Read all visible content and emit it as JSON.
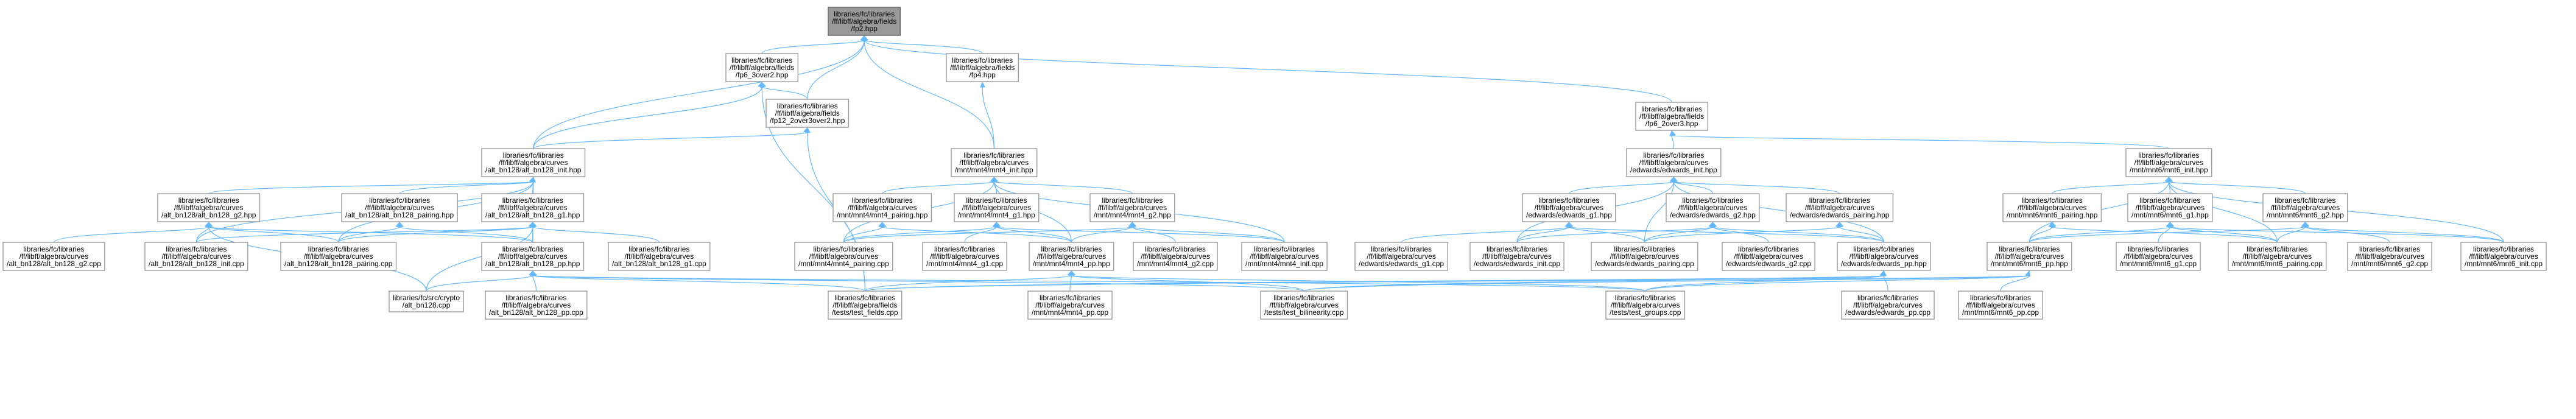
{
  "graph": {
    "edge_color": "#63b8ff",
    "node_border_color": "#999999",
    "root_fill_color": "#999999",
    "nodes": [
      {
        "id": "fp2_hpp",
        "lines": [
          "libraries/fc/libraries",
          "/ff/libff/algebra/fields",
          "/fp2.hpp"
        ],
        "root": true
      },
      {
        "id": "fp6_3over2_hpp",
        "lines": [
          "libraries/fc/libraries",
          "/ff/libff/algebra/fields",
          "/fp6_3over2.hpp"
        ]
      },
      {
        "id": "fp4_hpp",
        "lines": [
          "libraries/fc/libraries",
          "/ff/libff/algebra/fields",
          "/fp4.hpp"
        ]
      },
      {
        "id": "fp12_hpp",
        "lines": [
          "libraries/fc/libraries",
          "/ff/libff/algebra/fields",
          "/fp12_2over3over2.hpp"
        ]
      },
      {
        "id": "fp6_2over3_hpp",
        "lines": [
          "libraries/fc/libraries",
          "/ff/libff/algebra/fields",
          "/fp6_2over3.hpp"
        ]
      },
      {
        "id": "bn_init_hpp",
        "lines": [
          "libraries/fc/libraries",
          "/ff/libff/algebra/curves",
          "/alt_bn128/alt_bn128_init.hpp"
        ]
      },
      {
        "id": "mnt4_init_hpp",
        "lines": [
          "libraries/fc/libraries",
          "/ff/libff/algebra/curves",
          "/mnt/mnt4/mnt4_init.hpp"
        ]
      },
      {
        "id": "ed_init_hpp",
        "lines": [
          "libraries/fc/libraries",
          "/ff/libff/algebra/curves",
          "/edwards/edwards_init.hpp"
        ]
      },
      {
        "id": "mnt6_init_hpp",
        "lines": [
          "libraries/fc/libraries",
          "/ff/libff/algebra/curves",
          "/mnt/mnt6/mnt6_init.hpp"
        ]
      },
      {
        "id": "bn_g2_hpp",
        "lines": [
          "libraries/fc/libraries",
          "/ff/libff/algebra/curves",
          "/alt_bn128/alt_bn128_g2.hpp"
        ]
      },
      {
        "id": "bn_pairing_hpp",
        "lines": [
          "libraries/fc/libraries",
          "/ff/libff/algebra/curves",
          "/alt_bn128/alt_bn128_pairing.hpp"
        ]
      },
      {
        "id": "bn_g1_hpp",
        "lines": [
          "libraries/fc/libraries",
          "/ff/libff/algebra/curves",
          "/alt_bn128/alt_bn128_g1.hpp"
        ]
      },
      {
        "id": "mnt4_pairing_hpp",
        "lines": [
          "libraries/fc/libraries",
          "/ff/libff/algebra/curves",
          "/mnt/mnt4/mnt4_pairing.hpp"
        ]
      },
      {
        "id": "mnt4_g1_hpp",
        "lines": [
          "libraries/fc/libraries",
          "/ff/libff/algebra/curves",
          "/mnt/mnt4/mnt4_g1.hpp"
        ]
      },
      {
        "id": "mnt4_g2_hpp",
        "lines": [
          "libraries/fc/libraries",
          "/ff/libff/algebra/curves",
          "/mnt/mnt4/mnt4_g2.hpp"
        ]
      },
      {
        "id": "ed_g1_hpp",
        "lines": [
          "libraries/fc/libraries",
          "/ff/libff/algebra/curves",
          "/edwards/edwards_g1.hpp"
        ]
      },
      {
        "id": "ed_g2_hpp",
        "lines": [
          "libraries/fc/libraries",
          "/ff/libff/algebra/curves",
          "/edwards/edwards_g2.hpp"
        ]
      },
      {
        "id": "ed_pairing_hpp",
        "lines": [
          "libraries/fc/libraries",
          "/ff/libff/algebra/curves",
          "/edwards/edwards_pairing.hpp"
        ]
      },
      {
        "id": "mnt6_pairing_hpp",
        "lines": [
          "libraries/fc/libraries",
          "/ff/libff/algebra/curves",
          "/mnt/mnt6/mnt6_pairing.hpp"
        ]
      },
      {
        "id": "mnt6_g1_hpp",
        "lines": [
          "libraries/fc/libraries",
          "/ff/libff/algebra/curves",
          "/mnt/mnt6/mnt6_g1.hpp"
        ]
      },
      {
        "id": "mnt6_g2_hpp",
        "lines": [
          "libraries/fc/libraries",
          "/ff/libff/algebra/curves",
          "/mnt/mnt6/mnt6_g2.hpp"
        ]
      },
      {
        "id": "bn_g2_cpp",
        "lines": [
          "libraries/fc/libraries",
          "/ff/libff/algebra/curves",
          "/alt_bn128/alt_bn128_g2.cpp"
        ]
      },
      {
        "id": "bn_init_cpp",
        "lines": [
          "libraries/fc/libraries",
          "/ff/libff/algebra/curves",
          "/alt_bn128/alt_bn128_init.cpp"
        ]
      },
      {
        "id": "bn_pairing_cpp",
        "lines": [
          "libraries/fc/libraries",
          "/ff/libff/algebra/curves",
          "/alt_bn128/alt_bn128_pairing.cpp"
        ]
      },
      {
        "id": "bn_pp_hpp",
        "lines": [
          "libraries/fc/libraries",
          "/ff/libff/algebra/curves",
          "/alt_bn128/alt_bn128_pp.hpp"
        ]
      },
      {
        "id": "bn_g1_cpp",
        "lines": [
          "libraries/fc/libraries",
          "/ff/libff/algebra/curves",
          "/alt_bn128/alt_bn128_g1.cpp"
        ]
      },
      {
        "id": "mnt4_pairing_cpp",
        "lines": [
          "libraries/fc/libraries",
          "/ff/libff/algebra/curves",
          "/mnt/mnt4/mnt4_pairing.cpp"
        ]
      },
      {
        "id": "mnt4_g1_cpp",
        "lines": [
          "libraries/fc/libraries",
          "/ff/libff/algebra/curves",
          "/mnt/mnt4/mnt4_g1.cpp"
        ]
      },
      {
        "id": "mnt4_pp_hpp",
        "lines": [
          "libraries/fc/libraries",
          "/ff/libff/algebra/curves",
          "/mnt/mnt4/mnt4_pp.hpp"
        ]
      },
      {
        "id": "mnt4_g2_cpp",
        "lines": [
          "libraries/fc/libraries",
          "/ff/libff/algebra/curves",
          "/mnt/mnt4/mnt4_g2.cpp"
        ]
      },
      {
        "id": "mnt4_init_cpp",
        "lines": [
          "libraries/fc/libraries",
          "/ff/libff/algebra/curves",
          "/mnt/mnt4/mnt4_init.cpp"
        ]
      },
      {
        "id": "ed_g1_cpp",
        "lines": [
          "libraries/fc/libraries",
          "/ff/libff/algebra/curves",
          "/edwards/edwards_g1.cpp"
        ]
      },
      {
        "id": "ed_init_cpp",
        "lines": [
          "libraries/fc/libraries",
          "/ff/libff/algebra/curves",
          "/edwards/edwards_init.cpp"
        ]
      },
      {
        "id": "ed_pairing_cpp",
        "lines": [
          "libraries/fc/libraries",
          "/ff/libff/algebra/curves",
          "/edwards/edwards_pairing.cpp"
        ]
      },
      {
        "id": "ed_g2_cpp",
        "lines": [
          "libraries/fc/libraries",
          "/ff/libff/algebra/curves",
          "/edwards/edwards_g2.cpp"
        ]
      },
      {
        "id": "ed_pp_hpp",
        "lines": [
          "libraries/fc/libraries",
          "/ff/libff/algebra/curves",
          "/edwards/edwards_pp.hpp"
        ]
      },
      {
        "id": "mnt6_pp_hpp",
        "lines": [
          "libraries/fc/libraries",
          "/ff/libff/algebra/curves",
          "/mnt/mnt6/mnt6_pp.hpp"
        ]
      },
      {
        "id": "mnt6_g1_cpp",
        "lines": [
          "libraries/fc/libraries",
          "/ff/libff/algebra/curves",
          "/mnt/mnt6/mnt6_g1.cpp"
        ]
      },
      {
        "id": "mnt6_pairing_cpp",
        "lines": [
          "libraries/fc/libraries",
          "/ff/libff/algebra/curves",
          "/mnt/mnt6/mnt6_pairing.cpp"
        ]
      },
      {
        "id": "mnt6_g2_cpp",
        "lines": [
          "libraries/fc/libraries",
          "/ff/libff/algebra/curves",
          "/mnt/mnt6/mnt6_g2.cpp"
        ]
      },
      {
        "id": "mnt6_init_cpp",
        "lines": [
          "libraries/fc/libraries",
          "/ff/libff/algebra/curves",
          "/mnt/mnt6/mnt6_init.cpp"
        ]
      },
      {
        "id": "crypto_bn_cpp",
        "lines": [
          "libraries/fc/src/crypto",
          "/alt_bn128.cpp"
        ]
      },
      {
        "id": "bn_pp_cpp",
        "lines": [
          "libraries/fc/libraries",
          "/ff/libff/algebra/curves",
          "/alt_bn128/alt_bn128_pp.cpp"
        ]
      },
      {
        "id": "test_fields_cpp",
        "lines": [
          "libraries/fc/libraries",
          "/ff/libff/algebra/fields",
          "/tests/test_fields.cpp"
        ]
      },
      {
        "id": "mnt4_pp_cpp",
        "lines": [
          "libraries/fc/libraries",
          "/ff/libff/algebra/curves",
          "/mnt/mnt4/mnt4_pp.cpp"
        ]
      },
      {
        "id": "test_bilinearity_cpp",
        "lines": [
          "libraries/fc/libraries",
          "/ff/libff/algebra/curves",
          "/tests/test_bilinearity.cpp"
        ]
      },
      {
        "id": "test_groups_cpp",
        "lines": [
          "libraries/fc/libraries",
          "/ff/libff/algebra/curves",
          "/tests/test_groups.cpp"
        ]
      },
      {
        "id": "ed_pp_cpp",
        "lines": [
          "libraries/fc/libraries",
          "/ff/libff/algebra/curves",
          "/edwards/edwards_pp.cpp"
        ]
      },
      {
        "id": "mnt6_pp_cpp",
        "lines": [
          "libraries/fc/libraries",
          "/ff/libff/algebra/curves",
          "/mnt/mnt6/mnt6_pp.cpp"
        ]
      }
    ],
    "edges": [
      [
        "fp2_hpp",
        "fp6_3over2_hpp"
      ],
      [
        "fp2_hpp",
        "fp4_hpp"
      ],
      [
        "fp2_hpp",
        "fp12_hpp"
      ],
      [
        "fp2_hpp",
        "fp6_2over3_hpp"
      ],
      [
        "fp2_hpp",
        "bn_init_hpp"
      ],
      [
        "fp2_hpp",
        "mnt4_init_hpp"
      ],
      [
        "fp6_3over2_hpp",
        "fp12_hpp"
      ],
      [
        "fp6_3over2_hpp",
        "bn_init_hpp"
      ],
      [
        "fp6_3over2_hpp",
        "test_fields_cpp"
      ],
      [
        "fp4_hpp",
        "mnt4_init_hpp"
      ],
      [
        "fp12_hpp",
        "bn_init_hpp"
      ],
      [
        "fp12_hpp",
        "test_fields_cpp"
      ],
      [
        "fp6_2over3_hpp",
        "ed_init_hpp"
      ],
      [
        "fp6_2over3_hpp",
        "mnt6_init_hpp"
      ],
      [
        "bn_init_hpp",
        "bn_g2_hpp"
      ],
      [
        "bn_init_hpp",
        "bn_pairing_hpp"
      ],
      [
        "bn_init_hpp",
        "bn_g1_hpp"
      ],
      [
        "bn_init_hpp",
        "bn_init_cpp"
      ],
      [
        "bn_init_hpp",
        "bn_pairing_cpp"
      ],
      [
        "bn_init_hpp",
        "bn_pp_hpp"
      ],
      [
        "bn_g2_hpp",
        "bn_g2_cpp"
      ],
      [
        "bn_g2_hpp",
        "bn_init_cpp"
      ],
      [
        "bn_g2_hpp",
        "bn_pairing_cpp"
      ],
      [
        "bn_g2_hpp",
        "bn_pp_hpp"
      ],
      [
        "bn_g2_hpp",
        "crypto_bn_cpp"
      ],
      [
        "bn_pairing_hpp",
        "bn_pairing_cpp"
      ],
      [
        "bn_pairing_hpp",
        "bn_pp_hpp"
      ],
      [
        "bn_g1_hpp",
        "bn_g1_cpp"
      ],
      [
        "bn_g1_hpp",
        "bn_init_cpp"
      ],
      [
        "bn_g1_hpp",
        "bn_pairing_cpp"
      ],
      [
        "bn_g1_hpp",
        "bn_pp_hpp"
      ],
      [
        "bn_g1_hpp",
        "crypto_bn_cpp"
      ],
      [
        "bn_pp_hpp",
        "crypto_bn_cpp"
      ],
      [
        "bn_pp_hpp",
        "bn_pp_cpp"
      ],
      [
        "bn_pp_hpp",
        "test_fields_cpp"
      ],
      [
        "bn_pp_hpp",
        "test_bilinearity_cpp"
      ],
      [
        "bn_pp_hpp",
        "test_groups_cpp"
      ],
      [
        "mnt4_init_hpp",
        "mnt4_pairing_hpp"
      ],
      [
        "mnt4_init_hpp",
        "mnt4_g1_hpp"
      ],
      [
        "mnt4_init_hpp",
        "mnt4_g2_hpp"
      ],
      [
        "mnt4_init_hpp",
        "mnt4_pairing_cpp"
      ],
      [
        "mnt4_init_hpp",
        "mnt4_init_cpp"
      ],
      [
        "mnt4_init_hpp",
        "mnt4_pp_hpp"
      ],
      [
        "mnt4_pairing_hpp",
        "mnt4_pairing_cpp"
      ],
      [
        "mnt4_pairing_hpp",
        "mnt4_pp_hpp"
      ],
      [
        "mnt4_g1_hpp",
        "mnt4_g1_cpp"
      ],
      [
        "mnt4_g1_hpp",
        "mnt4_pairing_cpp"
      ],
      [
        "mnt4_g1_hpp",
        "mnt4_pp_hpp"
      ],
      [
        "mnt4_g1_hpp",
        "mnt4_init_cpp"
      ],
      [
        "mnt4_g2_hpp",
        "mnt4_g2_cpp"
      ],
      [
        "mnt4_g2_hpp",
        "mnt4_pairing_cpp"
      ],
      [
        "mnt4_g2_hpp",
        "mnt4_pp_hpp"
      ],
      [
        "mnt4_g2_hpp",
        "mnt4_init_cpp"
      ],
      [
        "mnt4_pp_hpp",
        "test_fields_cpp"
      ],
      [
        "mnt4_pp_hpp",
        "mnt4_pp_cpp"
      ],
      [
        "mnt4_pp_hpp",
        "test_bilinearity_cpp"
      ],
      [
        "mnt4_pp_hpp",
        "test_groups_cpp"
      ],
      [
        "ed_init_hpp",
        "ed_g1_hpp"
      ],
      [
        "ed_init_hpp",
        "ed_g2_hpp"
      ],
      [
        "ed_init_hpp",
        "ed_pairing_hpp"
      ],
      [
        "ed_init_hpp",
        "ed_init_cpp"
      ],
      [
        "ed_init_hpp",
        "ed_pairing_cpp"
      ],
      [
        "ed_init_hpp",
        "ed_pp_hpp"
      ],
      [
        "ed_g1_hpp",
        "ed_g1_cpp"
      ],
      [
        "ed_g1_hpp",
        "ed_init_cpp"
      ],
      [
        "ed_g1_hpp",
        "ed_pairing_cpp"
      ],
      [
        "ed_g1_hpp",
        "ed_pp_hpp"
      ],
      [
        "ed_g2_hpp",
        "ed_g2_cpp"
      ],
      [
        "ed_g2_hpp",
        "ed_init_cpp"
      ],
      [
        "ed_g2_hpp",
        "ed_pairing_cpp"
      ],
      [
        "ed_g2_hpp",
        "ed_pp_hpp"
      ],
      [
        "ed_pairing_hpp",
        "ed_pairing_cpp"
      ],
      [
        "ed_pairing_hpp",
        "ed_pp_hpp"
      ],
      [
        "ed_pp_hpp",
        "test_bilinearity_cpp"
      ],
      [
        "ed_pp_hpp",
        "test_groups_cpp"
      ],
      [
        "ed_pp_hpp",
        "ed_pp_cpp"
      ],
      [
        "ed_pp_hpp",
        "test_fields_cpp"
      ],
      [
        "mnt6_init_hpp",
        "mnt6_pairing_hpp"
      ],
      [
        "mnt6_init_hpp",
        "mnt6_g1_hpp"
      ],
      [
        "mnt6_init_hpp",
        "mnt6_g2_hpp"
      ],
      [
        "mnt6_init_hpp",
        "mnt6_pairing_cpp"
      ],
      [
        "mnt6_init_hpp",
        "mnt6_init_cpp"
      ],
      [
        "mnt6_init_hpp",
        "mnt6_pp_hpp"
      ],
      [
        "mnt6_pairing_hpp",
        "mnt6_pairing_cpp"
      ],
      [
        "mnt6_pairing_hpp",
        "mnt6_pp_hpp"
      ],
      [
        "mnt6_g1_hpp",
        "mnt6_g1_cpp"
      ],
      [
        "mnt6_g1_hpp",
        "mnt6_pairing_cpp"
      ],
      [
        "mnt6_g1_hpp",
        "mnt6_pp_hpp"
      ],
      [
        "mnt6_g1_hpp",
        "mnt6_init_cpp"
      ],
      [
        "mnt6_g2_hpp",
        "mnt6_g2_cpp"
      ],
      [
        "mnt6_g2_hpp",
        "mnt6_pairing_cpp"
      ],
      [
        "mnt6_g2_hpp",
        "mnt6_pp_hpp"
      ],
      [
        "mnt6_g2_hpp",
        "mnt6_init_cpp"
      ],
      [
        "mnt6_pp_hpp",
        "test_fields_cpp"
      ],
      [
        "mnt6_pp_hpp",
        "test_bilinearity_cpp"
      ],
      [
        "mnt6_pp_hpp",
        "test_groups_cpp"
      ],
      [
        "mnt6_pp_hpp",
        "mnt6_pp_cpp"
      ]
    ]
  }
}
